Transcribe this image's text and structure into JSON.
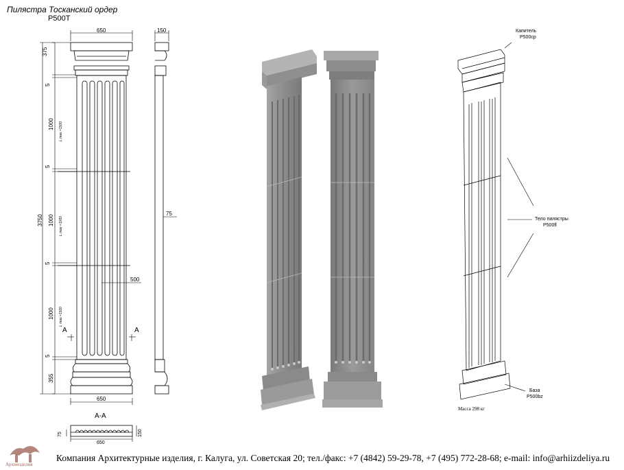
{
  "header": {
    "title": "Пилястра Тосканский ордер",
    "code": "P500T"
  },
  "dims": {
    "width_top": "650",
    "depth": "150",
    "capital_h": "375",
    "gap_1": "5",
    "seg1": "1000",
    "seg1_note": "L max.=1500",
    "gap_2": "5",
    "seg2": "1000",
    "seg2_note": "L max.=1000",
    "gap_3": "5",
    "seg3": "1000",
    "seg3_note": "L max.=1500",
    "gap_4": "5",
    "base_h": "355",
    "total_h": "3750",
    "half_width": "500",
    "side_depth": "75",
    "width_bottom": "650",
    "section_mark": "A",
    "section_title": "A-A",
    "section_depth_left": "75",
    "section_width": "650",
    "section_depth_right": "150"
  },
  "callouts": {
    "capital_label": "Капитель",
    "capital_code": "P500cp",
    "body_label": "Тело пилястры",
    "body_code": "P500fl",
    "base_label": "База",
    "base_code": "P500bz",
    "mass": "Масса 298 кг"
  },
  "logo": {
    "text": "Архиизделия"
  },
  "footer": {
    "text": "Компания Архитектурные изделия, г. Калуга, ул. Советская 20; тел./факс: +7 (4842) 59-29-78, +7 (495) 772-28-68; e-mail: info@arhiizdeliya.ru"
  },
  "colors": {
    "render_fill": "#8f8f8f",
    "render_dark": "#6e6e6e",
    "render_light": "#b4b4b4",
    "logo": "#a0665a"
  }
}
